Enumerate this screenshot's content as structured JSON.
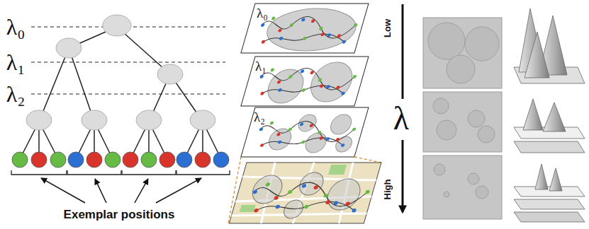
{
  "diagram": {
    "labels": [
      "λ₀",
      "λ₁",
      "λ₂",
      "Exemplar positions",
      "λ₀",
      "λ₁",
      "λ₂",
      "Low",
      "λ",
      "High"
    ]
  }
}
